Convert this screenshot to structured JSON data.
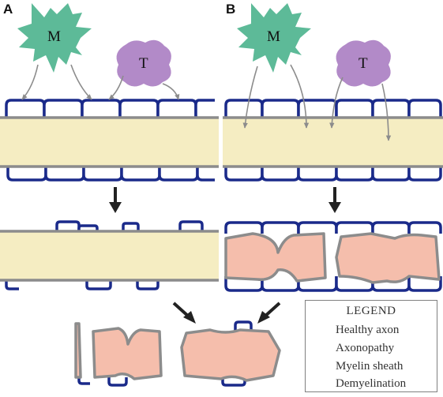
{
  "panels": {
    "a": "A",
    "b": "B"
  },
  "cells": {
    "macrophage": "M",
    "t_cell": "T"
  },
  "legend": {
    "title": "LEGEND",
    "items": [
      {
        "label": "Healthy axon",
        "icon": "healthy-axon-swatch"
      },
      {
        "label": "Axonopathy",
        "icon": "axonopathy-swatch"
      },
      {
        "label": "Myelin sheath",
        "icon": "myelin-sheath-swatch"
      },
      {
        "label": "Demyelination",
        "icon": "demyelination-swatch"
      }
    ]
  },
  "colors": {
    "healthy_axon": "#f5edc2",
    "axon_border": "#8c8c8c",
    "axonopathy": "#f5beac",
    "myelin": "#1a2a8a",
    "macrophage": "#5dba98",
    "t_cell": "#b28ac8",
    "arrow_thin": "#8c8c8c",
    "arrow_bold": "#222222"
  }
}
